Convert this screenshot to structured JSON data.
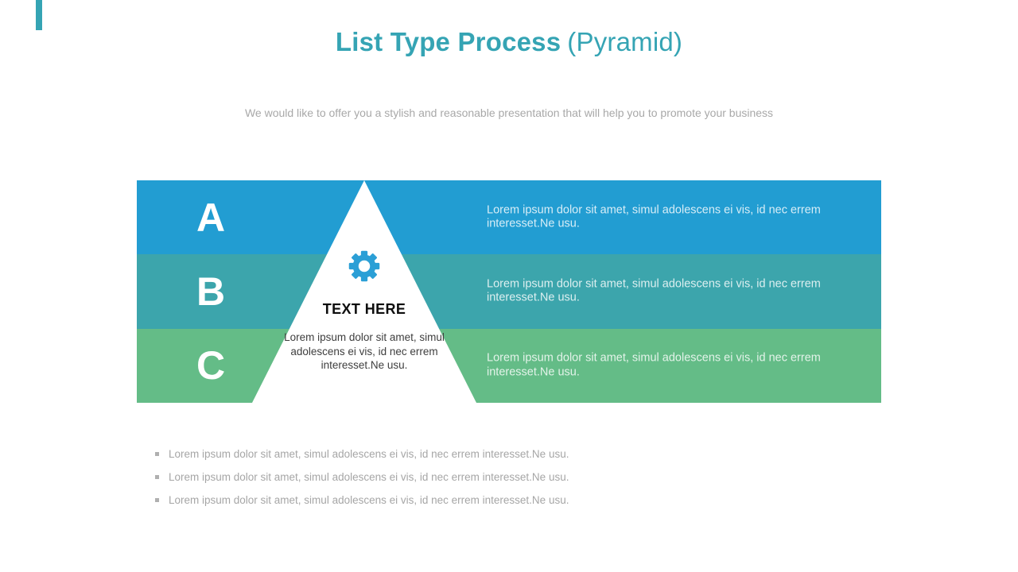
{
  "colors": {
    "accent": "#35A4B4",
    "band_a": "#229DD2",
    "band_b": "#3CA5AC",
    "band_c": "#64BC87",
    "gear": "#2B9FD6"
  },
  "header": {
    "title_bold": "List Type Process",
    "title_light": "(Pyramid)",
    "subtitle": "We would like to offer you a stylish and reasonable presentation that will help you to promote your business"
  },
  "pyramid": {
    "icon": "gear-icon",
    "heading": "TEXT HERE",
    "body": "Lorem ipsum dolor sit amet, simul adolescens ei vis, id nec errem interesset.Ne usu."
  },
  "rows": [
    {
      "letter": "A",
      "color": "#229DD2",
      "text": "Lorem ipsum dolor sit amet, simul adolescens ei vis, id nec errem interesset.Ne usu."
    },
    {
      "letter": "B",
      "color": "#3CA5AC",
      "text": "Lorem ipsum dolor sit amet, simul adolescens ei vis, id nec errem interesset.Ne usu."
    },
    {
      "letter": "C",
      "color": "#64BC87",
      "text": "Lorem ipsum dolor sit amet, simul adolescens ei vis, id nec errem interesset.Ne usu."
    }
  ],
  "bullets": [
    {
      "text": "Lorem ipsum dolor sit amet, simul adolescens ei vis, id nec errem interesset.Ne usu."
    },
    {
      "text": "Lorem ipsum dolor sit amet, simul adolescens ei vis, id nec errem interesset.Ne usu."
    },
    {
      "text": "Lorem ipsum dolor sit amet, simul adolescens ei vis, id nec errem interesset.Ne usu."
    }
  ]
}
